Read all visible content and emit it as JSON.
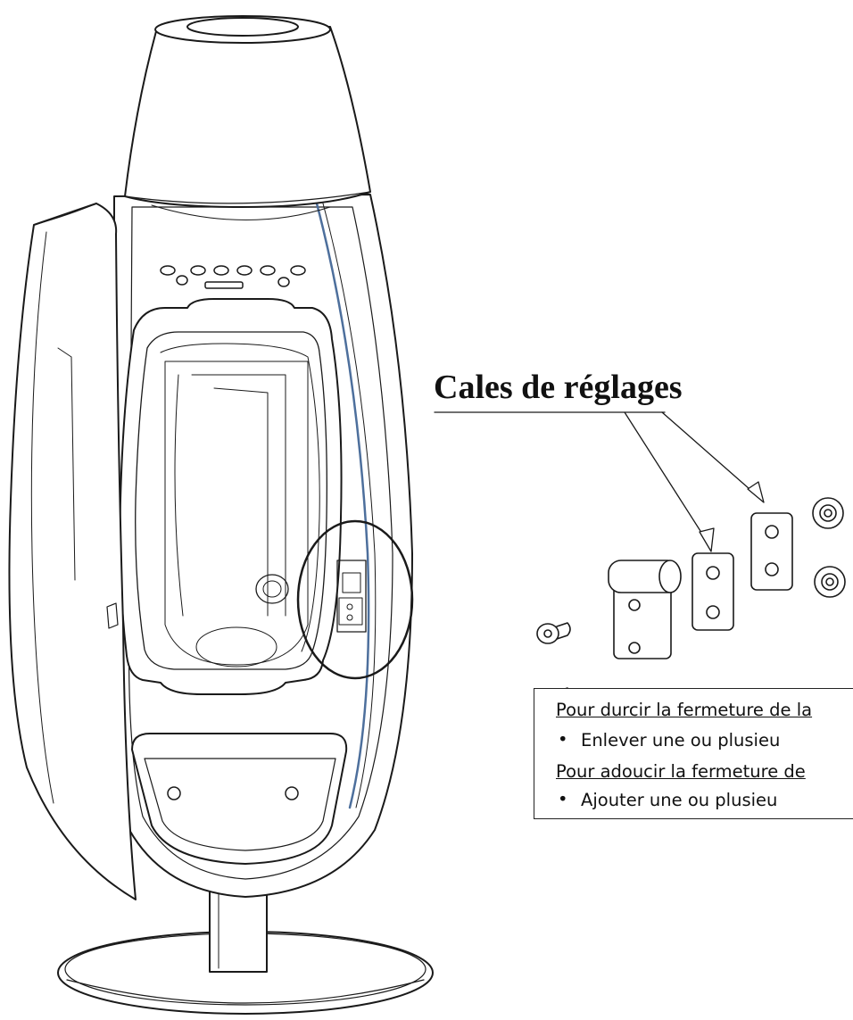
{
  "callout": {
    "title": "Cales de réglages"
  },
  "notes": {
    "harden_heading": "Pour durcir la fermeture de la",
    "harden_action": "Enlever une ou plusieu",
    "soften_heading": "Pour adoucir la fermeture de",
    "soften_action": "Ajouter une ou plusieu"
  },
  "colors": {
    "line": "#1a1a1a",
    "accent_seal": "#4d6f9c",
    "background": "#ffffff"
  }
}
